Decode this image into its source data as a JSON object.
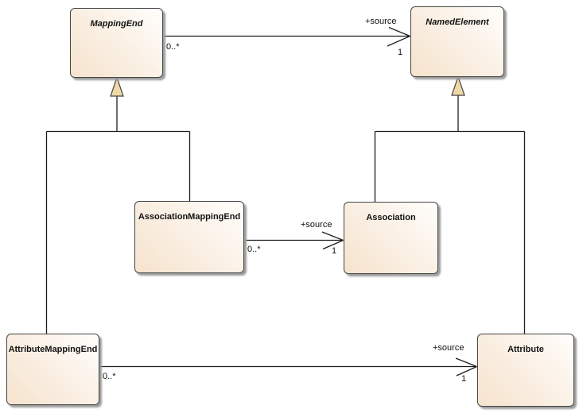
{
  "diagram_type": "uml-class-diagram",
  "classes": [
    {
      "name": "MappingEnd",
      "abstract": true
    },
    {
      "name": "NamedElement",
      "abstract": true
    },
    {
      "name": "AssociationMappingEnd",
      "abstract": false
    },
    {
      "name": "Association",
      "abstract": false
    },
    {
      "name": "AttributeMappingEnd",
      "abstract": false
    },
    {
      "name": "Attribute",
      "abstract": false
    }
  ],
  "associations": [
    {
      "from": "MappingEnd",
      "to": "NamedElement",
      "role": "+source",
      "source_multiplicity": "0..*",
      "target_multiplicity": "1"
    },
    {
      "from": "AssociationMappingEnd",
      "to": "Association",
      "role": "+source",
      "source_multiplicity": "0..*",
      "target_multiplicity": "1"
    },
    {
      "from": "AttributeMappingEnd",
      "to": "Attribute",
      "role": "+source",
      "source_multiplicity": "0..*",
      "target_multiplicity": "1"
    }
  ],
  "generalizations": [
    {
      "from": "AssociationMappingEnd",
      "to": "MappingEnd"
    },
    {
      "from": "AttributeMappingEnd",
      "to": "MappingEnd"
    },
    {
      "from": "Association",
      "to": "NamedElement"
    },
    {
      "from": "Attribute",
      "to": "NamedElement"
    }
  ],
  "colors": {
    "background": "#ffffff",
    "box_fill_light": "#fffefc",
    "box_fill_mid": "#fbf1e6",
    "box_fill_dark": "#f5e3cd",
    "box_border": "#454545",
    "box_shadow": "#9b9b9b",
    "line": "#1d1d1d",
    "triangle_fill": "#f0d9a6",
    "text": "#121212"
  }
}
